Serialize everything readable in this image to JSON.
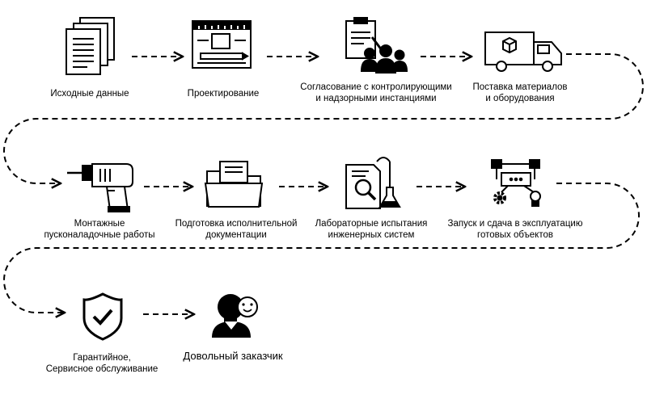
{
  "steps": [
    {
      "id": "s1",
      "icon": "documents-icon",
      "lines": [
        "Исходные данные"
      ]
    },
    {
      "id": "s2",
      "icon": "blueprint-icon",
      "lines": [
        "Проектирование"
      ]
    },
    {
      "id": "s3",
      "icon": "approval-team-icon",
      "lines": [
        "Согласование с контролирующими",
        "и надзорными инстанциями"
      ]
    },
    {
      "id": "s4",
      "icon": "delivery-truck-icon",
      "lines": [
        "Поставка материалов",
        "и оборудования"
      ]
    },
    {
      "id": "s5",
      "icon": "drill-icon",
      "lines": [
        "Монтажные",
        "пусконаладочные работы"
      ]
    },
    {
      "id": "s6",
      "icon": "folder-icon",
      "lines": [
        "Подготовка исполнительной",
        "документации"
      ]
    },
    {
      "id": "s7",
      "icon": "lab-test-icon",
      "lines": [
        "Лабораторные испытания",
        "инженерных систем"
      ]
    },
    {
      "id": "s8",
      "icon": "system-startup-icon",
      "lines": [
        "Запуск и сдача в эксплуатацию",
        "готовых объектов"
      ]
    },
    {
      "id": "s9",
      "icon": "shield-check-icon",
      "lines": [
        "Гарантийное,",
        "Сервисное обслуживание"
      ]
    },
    {
      "id": "s10",
      "icon": "happy-customer-icon",
      "lines": [
        "Довольный заказчик"
      ]
    }
  ],
  "colors": {
    "ink": "#000000",
    "background": "#ffffff"
  }
}
